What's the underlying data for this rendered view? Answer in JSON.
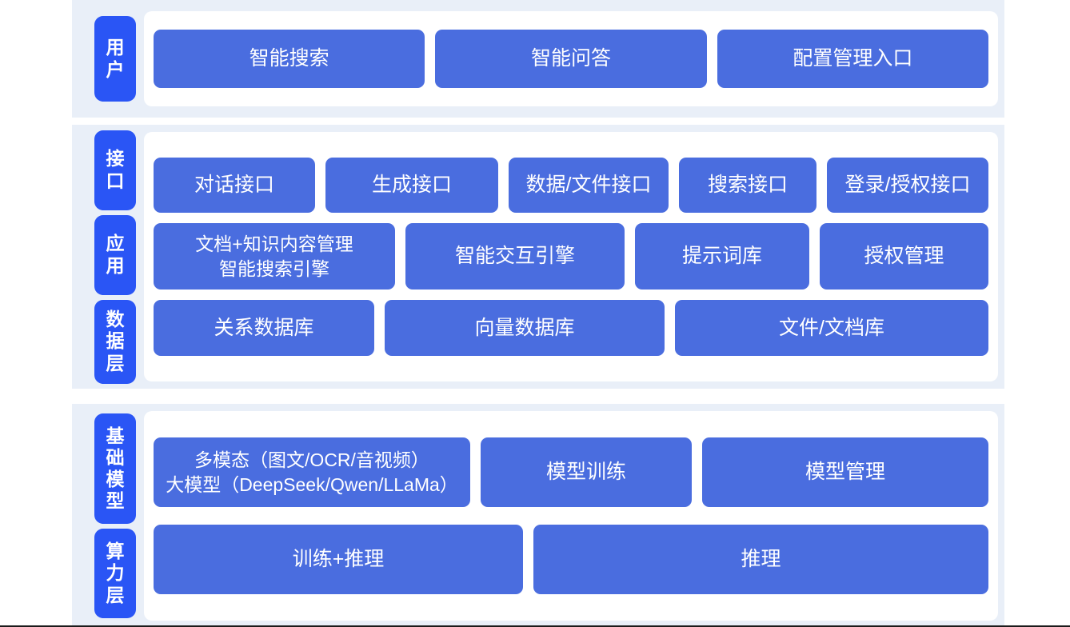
{
  "sections": [
    {
      "id": "user",
      "rail": [
        {
          "label": "用户",
          "chars": [
            "用",
            "户"
          ]
        }
      ],
      "rows": [
        {
          "id": "user-entry",
          "boxes": [
            "智能搜索",
            "智能问答",
            "配置管理入口"
          ]
        }
      ]
    },
    {
      "id": "platform",
      "rail": [
        {
          "label": "接口",
          "chars": [
            "接",
            "口"
          ]
        },
        {
          "label": "应用",
          "chars": [
            "应",
            "用"
          ]
        },
        {
          "label": "数据层",
          "chars": [
            "数",
            "据",
            "层"
          ]
        }
      ],
      "rows": [
        {
          "id": "interface",
          "boxes": [
            "对话接口",
            "生成接口",
            "数据/文件接口",
            "搜索接口",
            "登录/授权接口"
          ]
        },
        {
          "id": "application",
          "boxes": [
            "文档+知识内容管理\n智能搜索引擎",
            "智能交互引擎",
            "提示词库",
            "授权管理"
          ]
        },
        {
          "id": "datalayer",
          "boxes": [
            "关系数据库",
            "向量数据库",
            "文件/文档库"
          ]
        }
      ]
    },
    {
      "id": "infra",
      "rail": [
        {
          "label": "基础模型",
          "chars": [
            "基",
            "础",
            "模",
            "型"
          ]
        },
        {
          "label": "算力层",
          "chars": [
            "算",
            "力",
            "层"
          ]
        }
      ],
      "rows": [
        {
          "id": "foundation",
          "boxes": [
            "多模态（图文/OCR/音视频）\n大模型（DeepSeek/Qwen/LLaMa）",
            "模型训练",
            "模型管理"
          ]
        },
        {
          "id": "compute",
          "boxes": [
            "训练+推理",
            "推理"
          ]
        }
      ]
    }
  ],
  "colors": {
    "band": "#e9eff8",
    "panel": "#ffffff",
    "rail_label": "#2a55f5",
    "box": "#4a6ddf",
    "box_text": "#ffffff",
    "page_background": "#ffffff"
  }
}
